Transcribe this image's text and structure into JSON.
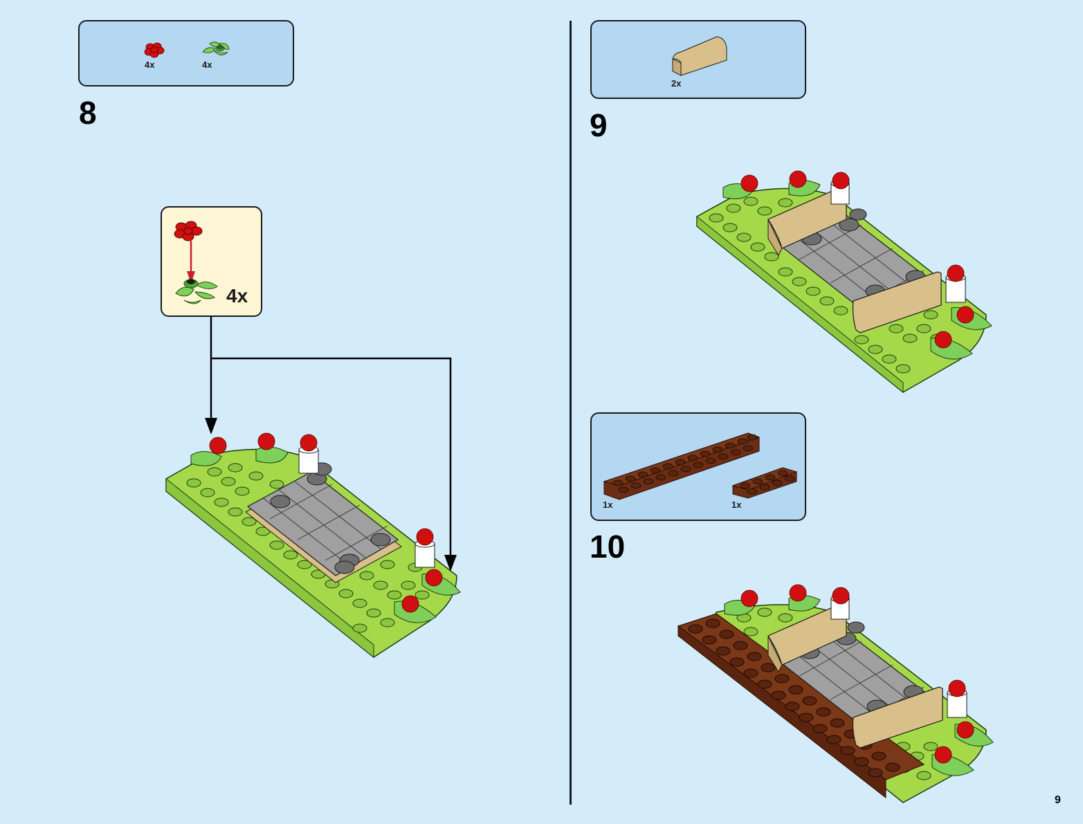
{
  "page": {
    "number": "9"
  },
  "steps": [
    {
      "number": "8",
      "parts": [
        {
          "name": "red flower",
          "icon": "red-flower-icon",
          "qty": "4x",
          "color": "#d01010"
        },
        {
          "name": "green leaf plant",
          "icon": "green-leaves-icon",
          "qty": "4x",
          "color": "#6cc24a"
        }
      ],
      "subassembly": {
        "qty": "4x",
        "arrow_color": "#c8202a"
      }
    },
    {
      "number": "9",
      "parts": [
        {
          "name": "tan curved slope brick",
          "icon": "tan-curved-brick-icon",
          "qty": "2x",
          "color": "#d9c08a"
        }
      ]
    },
    {
      "number": "10",
      "parts": [
        {
          "name": "reddish brown plate 2x12",
          "icon": "brown-plate-long-icon",
          "qty": "1x",
          "color": "#6b2e14"
        },
        {
          "name": "reddish brown plate 2x4",
          "icon": "brown-plate-short-icon",
          "qty": "1x",
          "color": "#6b2e14"
        }
      ]
    }
  ],
  "colors": {
    "background": "#d4ebfa",
    "parts_box": "#b5d8f2",
    "subassembly_box": "#fef6d4",
    "baseplate_green": "#a6d94a",
    "stud_green": "#8cc63f",
    "tile_gray": "#a0a0a0",
    "tan": "#d9c08a",
    "brown": "#6b2e14",
    "flower_red": "#d01010",
    "leaf_green": "#6cc24a"
  }
}
